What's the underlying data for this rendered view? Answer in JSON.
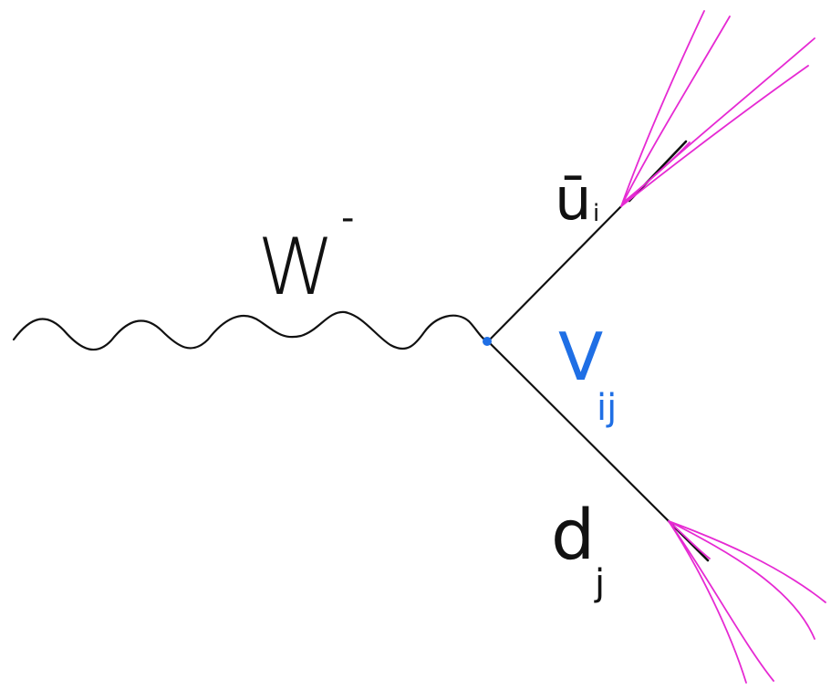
{
  "diagram": {
    "labels": {
      "boson": "W",
      "boson_charge": "-",
      "quark_bar": "ū",
      "quark_bar_index": "i",
      "ckm": "V",
      "ckm_index": "ij",
      "quark": "d",
      "quark_index": "j"
    },
    "colors": {
      "ink": "#111111",
      "vertex": "#1f6fe5",
      "ckm_label": "#1f6fe5",
      "jet": "#e62ad3"
    }
  }
}
